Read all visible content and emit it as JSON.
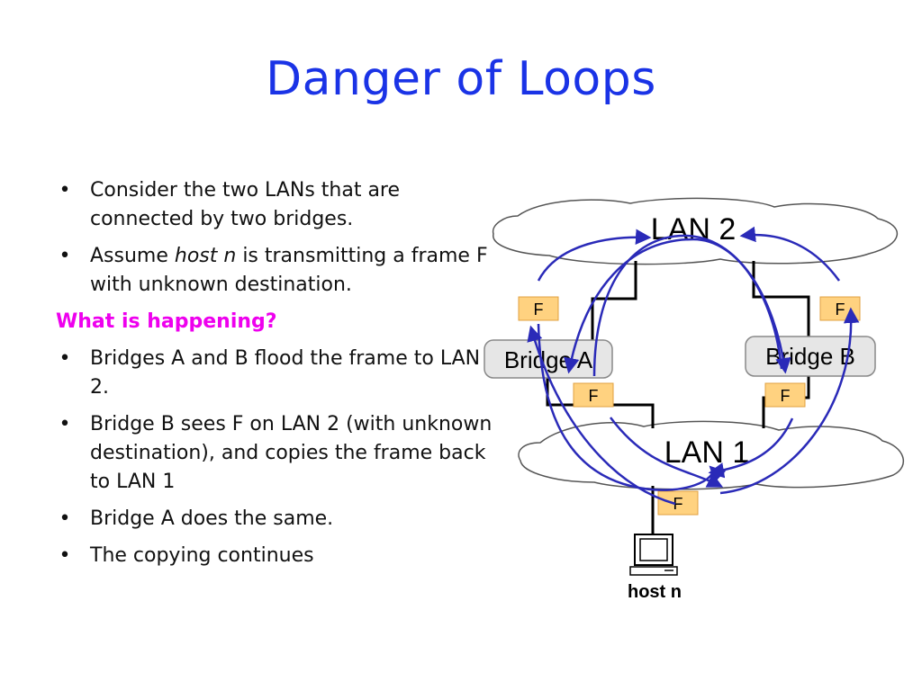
{
  "slide": {
    "title": "Danger of Loops"
  },
  "bullets_top": [
    {
      "text": "Consider the two LANs that are connected by two bridges."
    },
    {
      "pre": "Assume ",
      "em": "host n",
      "post": " is transmitting a frame F with unknown destination."
    }
  ],
  "heading": "What is happening?",
  "bullets_bottom": [
    "Bridges A and B flood the frame to LAN 2.",
    "Bridge B sees F on LAN 2 (with unknown destination), and copies the frame back to LAN 1",
    "Bridge A does the same.",
    "The copying continues"
  ],
  "bullet_char": "•",
  "diagram": {
    "lan2_label": "LAN 2",
    "lan1_label": "LAN 1",
    "bridge_a_label": "Bridge A",
    "bridge_b_label": "Bridge B",
    "frame_label": "F",
    "host_label": "host n",
    "host_icon": "computer-icon"
  },
  "colors": {
    "title": "#1a33e6",
    "heading": "#ee00ee",
    "arrows": "#2a2ab8",
    "frame_box": "#ffd280",
    "bridge_box": "#e6e6e6"
  }
}
